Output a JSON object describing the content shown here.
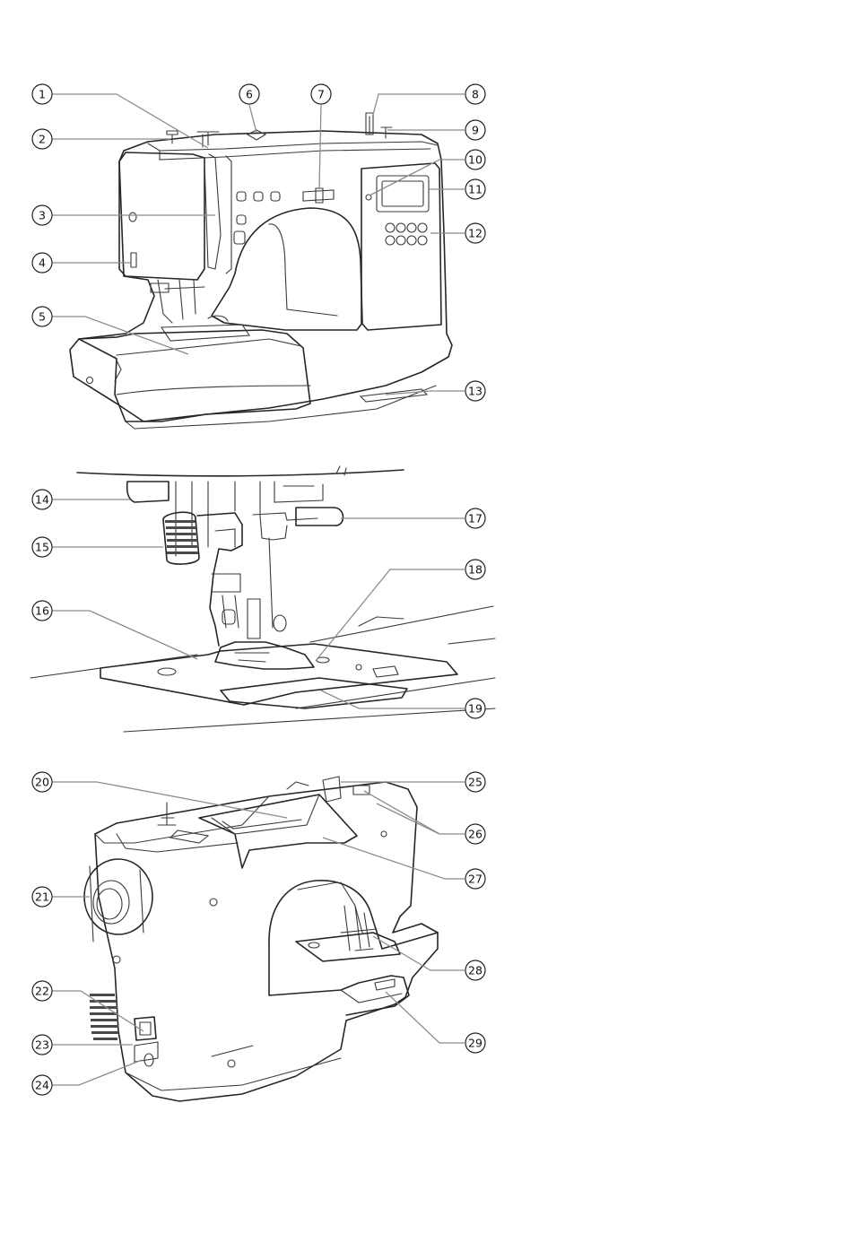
{
  "figures": [
    {
      "id": "front-view",
      "callouts": [
        "1",
        "2",
        "3",
        "4",
        "5",
        "6",
        "7",
        "8",
        "9",
        "10",
        "11",
        "12",
        "13"
      ]
    },
    {
      "id": "needle-area",
      "callouts": [
        "14",
        "15",
        "16",
        "17",
        "18",
        "19"
      ]
    },
    {
      "id": "rear-view",
      "callouts": [
        "20",
        "21",
        "22",
        "23",
        "24",
        "25",
        "26",
        "27",
        "28",
        "29"
      ]
    }
  ],
  "callout_labels": {
    "c1": "1",
    "c2": "2",
    "c3": "3",
    "c4": "4",
    "c5": "5",
    "c6": "6",
    "c7": "7",
    "c8": "8",
    "c9": "9",
    "c10": "10",
    "c11": "11",
    "c12": "12",
    "c13": "13",
    "c14": "14",
    "c15": "15",
    "c16": "16",
    "c17": "17",
    "c18": "18",
    "c19": "19",
    "c20": "20",
    "c21": "21",
    "c22": "22",
    "c23": "23",
    "c24": "24",
    "c25": "25",
    "c26": "26",
    "c27": "27",
    "c28": "28",
    "c29": "29"
  },
  "colors": {
    "line": "#262626",
    "leader": "#8c8c8c",
    "background": "#ffffff"
  }
}
